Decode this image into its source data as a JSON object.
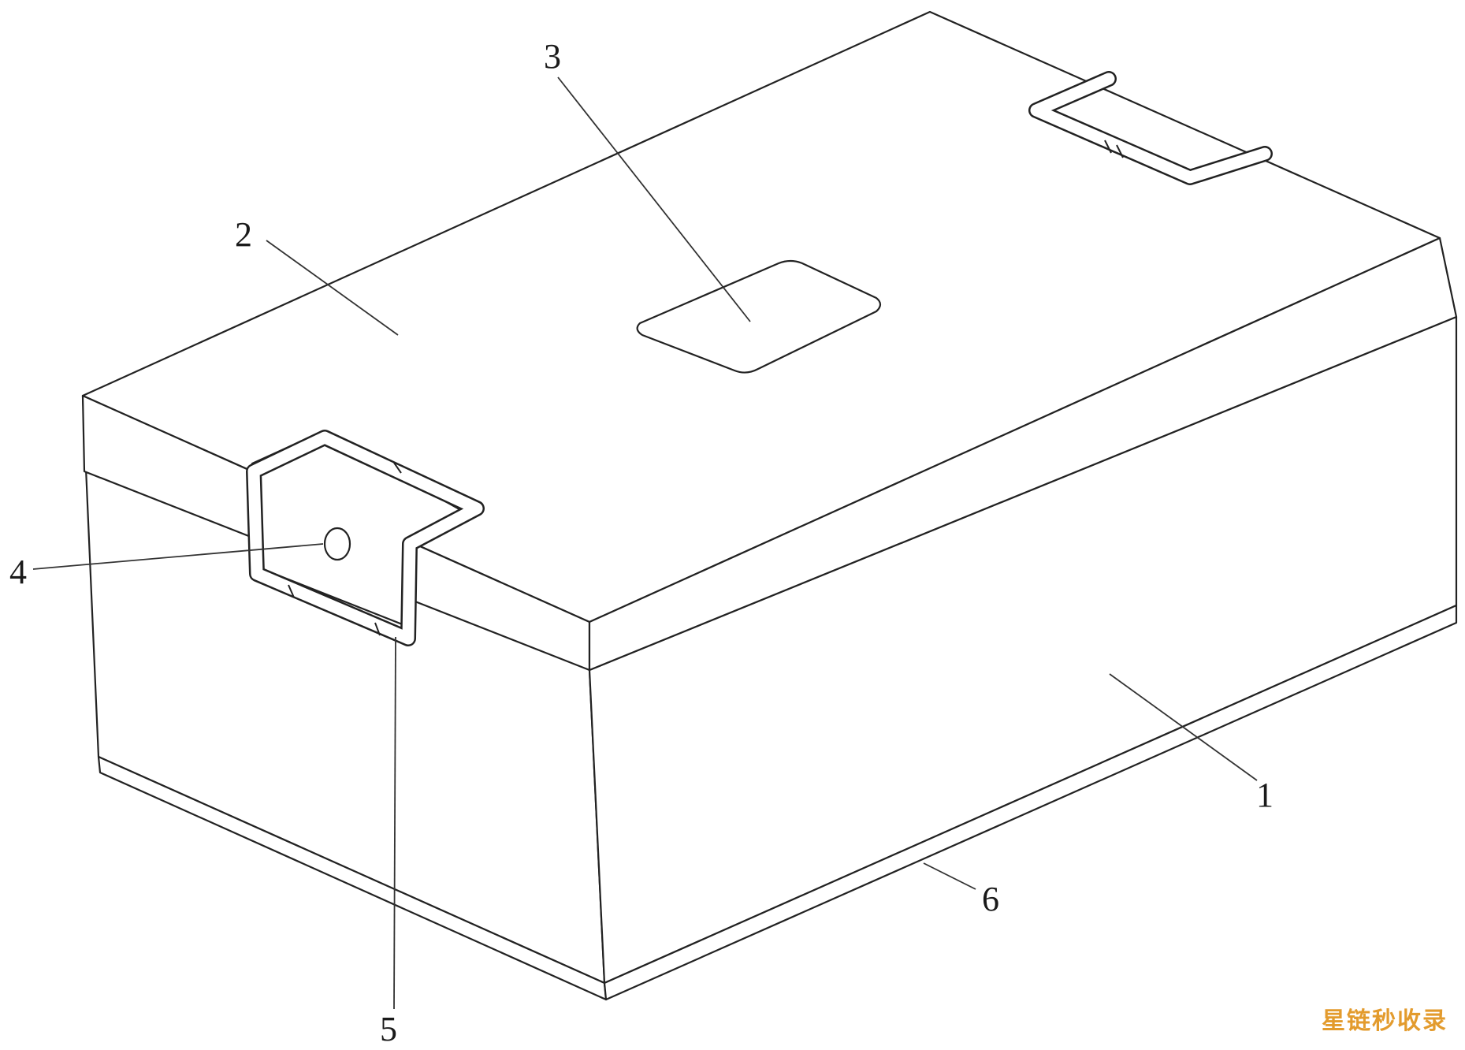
{
  "callouts": {
    "c1": "1",
    "c2": "2",
    "c3": "3",
    "c4": "4",
    "c5": "5",
    "c6": "6"
  },
  "watermark": "星链秒收录",
  "colors": {
    "line": "#222222",
    "watermark": "#e39b2d",
    "background": "#ffffff"
  }
}
